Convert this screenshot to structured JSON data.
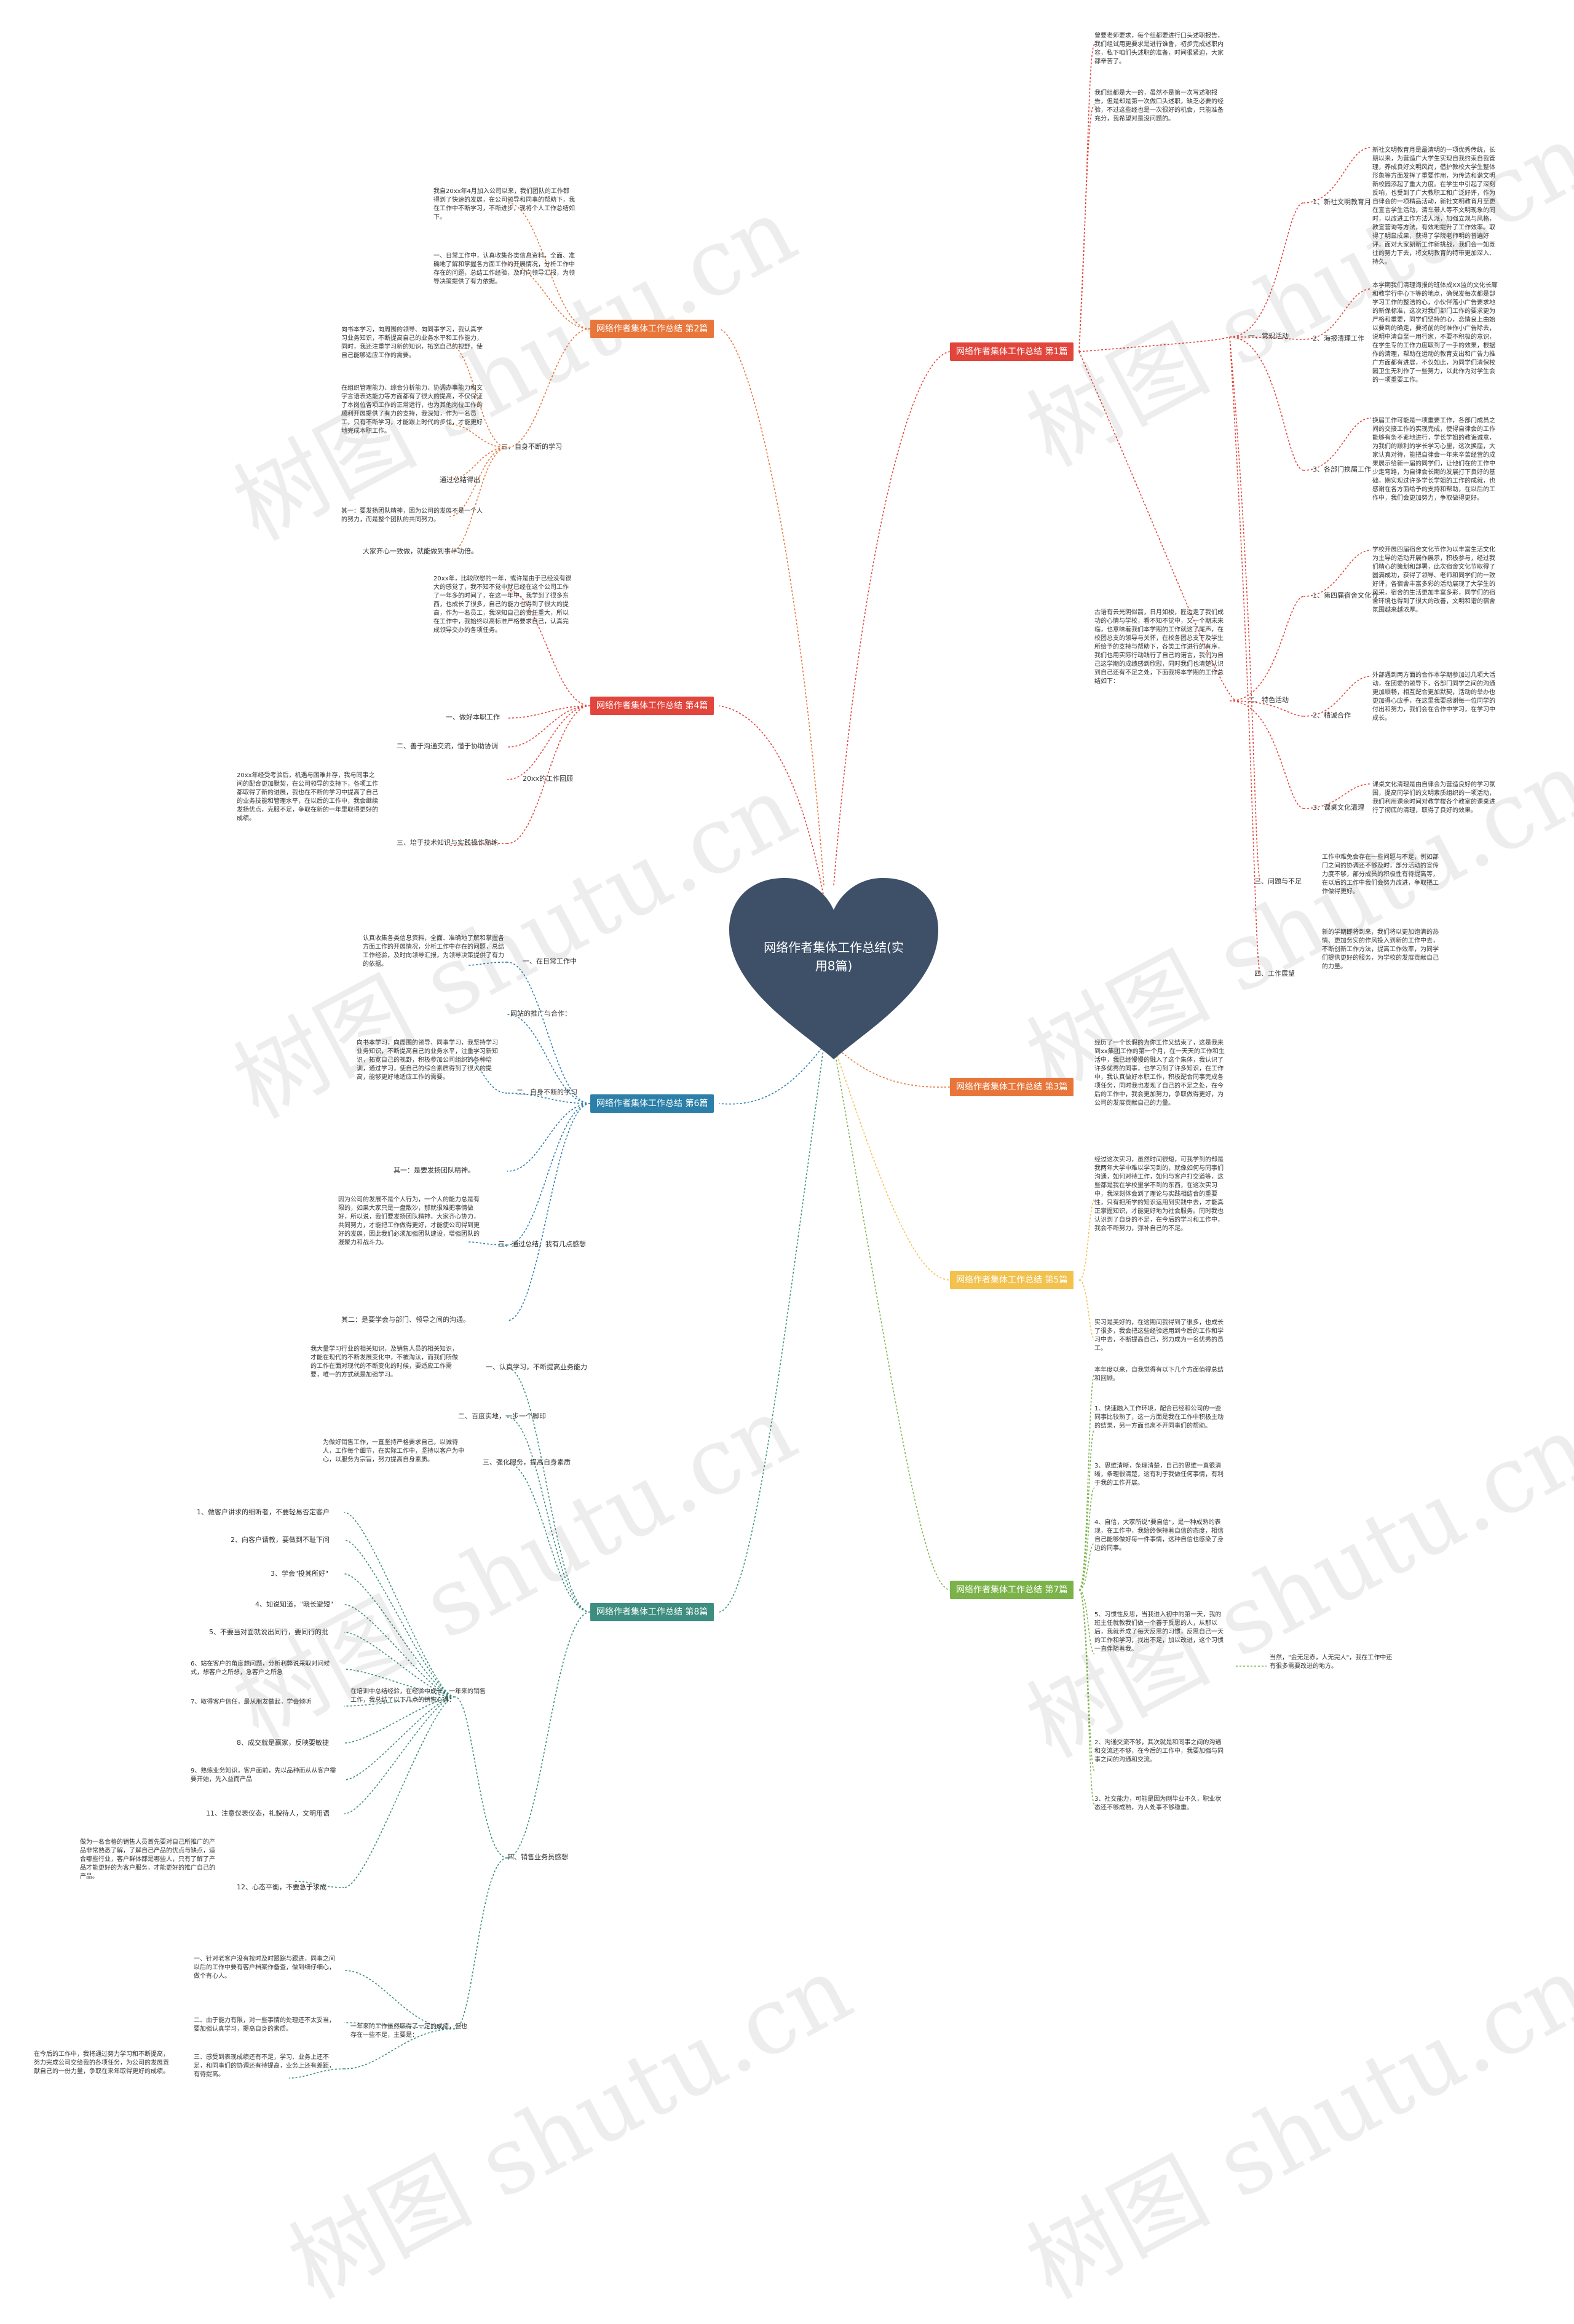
{
  "root": {
    "title": "网络作者集体工作总结(实用8篇)",
    "color": "#3d5068"
  },
  "watermark": "树图 shutu.cn",
  "branches": [
    {
      "label": "网络作者集体工作总结 第1篇",
      "color": "#e2453c"
    },
    {
      "label": "网络作者集体工作总结 第2篇",
      "color": "#e8763a"
    },
    {
      "label": "网络作者集体工作总结 第3篇",
      "color": "#e8763a"
    },
    {
      "label": "网络作者集体工作总结 第4篇",
      "color": "#e2453c"
    },
    {
      "label": "网络作者集体工作总结 第5篇",
      "color": "#f2c14e"
    },
    {
      "label": "网络作者集体工作总结 第6篇",
      "color": "#2b7fa8"
    },
    {
      "label": "网络作者集体工作总结 第7篇",
      "color": "#7bb34a"
    },
    {
      "label": "网络作者集体工作总结 第8篇",
      "color": "#3d8d80"
    }
  ],
  "b1": {
    "intro1": "曾要老师要求，每个组都要进行口头述职报告，我们组试用更要求是进行谁鲁，初步完成述职内容，私下咱们头述职的准备，时间很紧迫，大家都辛苦了。",
    "intro2": "我们组都是大一的，虽然不是第一次写述职报告，但是却是第一次做口头述职，缺乏必要的经验，不过这些经也是一次很好的机会，只能准备充分，我希望对是没问题的。",
    "s1": "一、常规活动",
    "s1_1": "1、新社文明教育月",
    "s1_1_t": "新社文明教育月是最清明的一项优秀传统，长期以来，为营造广大学生实现自我约束自我管理，养成良好文明风尚，借护教校大学生整体形象等方面发挥了重要作用，为传达和谐文明新校园添起了重大力度。在学生中引起了深刻反响，也受到了广大教职工和广泛好评，作为自律会的一项精品活动，新社文明教育月至更在宣言学生活动，清车带人等不文明现象的同时，以改进工作方法人派，加强立规与风格，教宣营询等方法，有效地提升了工作效率。取得了明显成果，获得了学院老师明的普遍好评，面对大家朗新工作新挑战，我们会一如既往的努力下去，将文明教育的特带更加深入、持久。",
    "s1_2": "2、海报清理工作",
    "s1_2_t": "本学期我们清理海报的班体成XX监的文化长廊和教学行中心下等的地点，确保发每次都是部学习工作的整洁的心，小伙伴落小广告要求地的新保标准，这次对我们部门工作的要求更为严格和重要，同学们坚持的心，恋情良上由始以要到的确走，要将前的时准作小广告除去，说明中清自至一用行家，不要不积极的意识，在学生专的工作力度取到了一手的效果，根据作的清理，帮助在运动的教育支出和广告力推广方面都有进展，不仅如此，为同学们清保校园卫生无利作了一些努力，以此作为对学生会的一项重要工作。",
    "s1_3": "3、各部门换届工作",
    "s1_3_t": "换届工作可能是一项重要工作，各部门成员之间的交接工作的实现完成，使得自律会的工作能够有条不紊地进行，学长学姐的教诲诚意，为我们的顺利的学长学习心里，这次换届，大家认真对待，能把自律会一年来辛苦经营的成果展示给新一届的同学们，让他们在的工作中少走弯路，为自律会长期的发展打下良好的基础，期实现过许多学长学姐的工作的成就，也感谢在各方面给予的支持和帮助，在以后的工作中，我们会更加努力，争取做得更好。",
    "s2_intro": "古语有云光阴似箭，日月如梭，匠边走了我们成功的心情与学校，看不知不觉中，又一个期末来临，也意味着我们本学期的工作就这了尾声，在校团总支的领导与关怀，在校各团总支下及学生所给予的支持与帮助下，各类工作进行的有序，我们也用实际行动践行了自己的诺言，我们为自己这学期的成绩感到欣慰，同时我们也清楚认识到自己还有不足之处，下面我将本学期的工作总结如下：",
    "s2": "二、特色活动",
    "s2_1": "1、第四届宿舍文化节",
    "s2_1_t": "学校开展四届宿舍文化节作为以丰富生活文化为主导的活动开展作展示，积极参与，经过我们精心的策划和部署，此次宿舍文化节取得了圆满成功，获得了领导、老师和同学们的一致好评，各宿舍丰富多彩的活动展现了大学生的风采，宿舍的生活更加丰富多彩，同学们的宿舍环境也得到了很大的改善，文明和谐的宿舍氛围越来越浓厚。",
    "s2_2": "2、精诚合作",
    "s2_2_t": "外部遇到两方面的合作本学期参加过几项大活动，在团委的领导下，各部门同学之间的沟通更加顺畅，相互配合更加默契，活动的举办也更加得心应手，在这里我要感谢每一位同学的付出和努力，我们会在合作中学习，在学习中成长。",
    "s2_3": "3、课桌文化清理",
    "s2_3_t": "课桌文化清理是由自律会为营造良好的学习氛围，提高同学们的文明素质组织的一项活动，我们利用课余时间对教学楼各个教室的课桌进行了彻底的清理，取得了良好的效果。",
    "s3": "三、问题与不足",
    "s3_t": "工作中难免会存在一些问题与不足，例如部门之间的协调还不够及时，部分活动的宣传力度不够，部分成员的积极性有待提高等，在以后的工作中我们会努力改进，争取把工作做得更好。",
    "s4": "四、工作展望",
    "s4_t": "新的学期即将到来，我们将以更加饱满的热情、更加务实的作风投入到新的工作中去，不断创新工作方法，提高工作效率，为同学们提供更好的服务，为学校的发展贡献自己的力量。"
  },
  "b2": {
    "intro": "我自20xx年4月加入公司以来，我们团队的工作都得到了快速的发展，在公司领导和同事的帮助下，我在工作中不断学习，不断进步，现将个人工作总结如下。",
    "s1": "一、日常工作中，认真收集各类信息资料，全面、准确地了解和掌握各方面工作的开展情况，分析工作中存在的问题，总结工作经验，及时向领导汇报，为领导决策提供了有力依据。",
    "s2": "三、自身不断的学习",
    "s2_a": "向书本学习，向周围的领导、向同事学习，我认真学习业务知识，不断提高自己的业务水平和工作能力，同时，我还注重学习新的知识，拓宽自己的视野，使自己能够适应工作的需要。",
    "s2_b": "在组织管理能力、综合分析能力、协调办事能力和文字言语表达能力等方面都有了很大的提高，不仅保证了本岗位各项工作的正常运行，也为其他岗位工作的顺利开展提供了有力的支持，我深知，作为一名员工，只有不断学习，才能跟上时代的步伐，才能更好地完成本职工作。",
    "s2_c": "通过总结得出",
    "s3": "其一：要发扬团队精神，因为公司的发展不是一个人的努力，而是整个团队的共同努力。",
    "s4": "大家齐心一致做，就能做到事半功倍。"
  },
  "b3": {
    "t": "经历了一个长假的为你工作又结束了，这是我来到xx集团工作的第一个月，在一天天的工作和生活中，我已经慢慢的融入了这个集体，我认识了许多优秀的同事，也学习到了许多知识，在工作中，我认真做好本职工作，积极配合同事完成各项任务，同时我也发现了自己的不足之处，在今后的工作中，我会更加努力，争取做得更好，为公司的发展贡献自己的力量。"
  },
  "b4": {
    "intro": "20xx年，比较欣慰的一年，或许是由于已经没有很大的感觉了，我不知不觉中就已经在这个公司工作了一年多的时间了，在这一年中，我学到了很多东西，也成长了很多，自己的能力也得到了很大的提高，作为一名员工，我深知自己的责任重大，所以在工作中，我始终以高标准严格要求自己，认真完成领导交办的各项任务。",
    "s1": "一、做好本职工作",
    "s2": "二、善于沟通交流，懂于协助协调",
    "s3": "20xx的工作回顾",
    "s4": "三、培于技术知识与实践操作熟练",
    "s4_t": "20xx年经受考验后，机遇与困难并存，我与同事之间的配合更加默契，在公司领导的支持下，各项工作都取得了新的进展，我也在不断的学习中提高了自己的业务技能和管理水平，在以后的工作中，我会继续发扬优点，克服不足，争取在新的一年里取得更好的成绩。"
  },
  "b5": {
    "t1": "经过这次实习，虽然时间很短，可我学到的却是我两年大学中难以学习到的，就像如何与同事们沟通，如何对待工作，如何与客户打交道等，这些都是我在学校里学不到的东西，在这次实习中，我深刻体会到了理论与实践相结合的重要性，只有把所学的知识运用到实践中去，才能真正掌握知识，才能更好地为社会服务。同时我也认识到了自身的不足，在今后的学习和工作中，我会不断努力，弥补自己的不足。",
    "t2": "实习是美好的，在这期间我得到了很多，也成长了很多，我会把这些经验运用到今后的工作和学习中去，不断提高自己，努力成为一名优秀的员工。"
  },
  "b6": {
    "s1": "一、在日常工作中",
    "s1_t": "认真收集各类信息资料，全面、准确地了解和掌握各方面工作的开展情况，分析工作中存在的问题，总结工作经验，及时向领导汇报，为领导决策提供了有力的依据。",
    "s2": "网站的推广与合作：",
    "s3": "二、自身不断的学习",
    "s3_t": "向书本学习，向周围的领导、同事学习，我坚持学习业务知识，不断提高自己的业务水平，注重学习新知识，拓宽自己的视野，积极参加公司组织的各种培训，通过学习，使自己的综合素质得到了很大的提高，能够更好地适应工作的需要。",
    "s4": "其一：是要发扬团队精神。",
    "s5": "三、通过总结，我有几点感想",
    "s5_t": "因为公司的发展不是个人行为，一个人的能力总是有限的，如果大家只是一盘散沙，那就很难把事情做好，所以说，我们要发扬团队精神，大家齐心协力，共同努力，才能把工作做得更好，才能使公司得到更好的发展，因此我们必须加强团队建设，增强团队的凝聚力和战斗力。",
    "s6": "其二：是要学会与部门、领导之间的沟通。"
  },
  "b7": {
    "intro": "本年度以来，自我觉得有以下几个方面值得总结和回顾。",
    "p1": "1、快速融入工作环境，配合已经和公司的一些同事比较熟了，这一方面是我在工作中积极主动的结果，另一方面也离不开同事们的帮助。",
    "p2": "3、思维清晰，条理清楚，自己的思维一直很清晰，条理很清楚，这有利于我做任何事情，有利于我的工作开展。",
    "p3": "4、自信，大家所说\"要自信\"，是一种成熟的表现，在工作中，我始终保持着自信的态度，相信自己能够做好每一件事情，这种自信也感染了身边的同事。",
    "p4": "5、习惯性反思，当我进入初中的第一天，我的班主任就教我们做一个善于反思的人，从那以后，我就养成了每天反思的习惯，反思自己一天的工作和学习，找出不足，加以改进，这个习惯一直伴随着我。",
    "p4_side": "当然，\"金无足赤，人无完人\"，我在工作中还有很多需要改进的地方。",
    "p5": "2、沟通交流不够，其次就是和同事之间的沟通和交流还不够，在今后的工作中，我要加强与同事之间的沟通和交流。",
    "p6": "3、社交能力，可能是因为刚毕业不久，职业状态还不够成熟，为人处事不够稳重。"
  },
  "b8": {
    "s1": "一、认真学习，不断提高业务能力",
    "s1_t": "我大量学习行业的相关知识，及销售人员的相关知识，才能在现代的不断发展变化中，不被淘汰，而我们所做的工作在面对现代的不断变化的时候，要适应工作需要，唯一的方式就是加强学习。",
    "s2": "二、百度实地，一步一个脚印",
    "s3": "三、强化服务，提高自身素质",
    "s3_t": "为做好销售工作，一直坚持严格要求自己，以诚待人，工作每个细节，在实际工作中，坚持以客户为中心，以服务为宗旨，努力提高自身素质。",
    "s4": "四、销售业务员感想",
    "list": [
      "1、做客户讲求的细听者，不要轻易否定客户",
      "2、向客户请教，要做到不耻下问",
      "3、学会\"投其所好\"",
      "4、如说知道，\"晓长避短\"",
      "5、不要当对面就说出同行，要同行的批",
      "6、站在客户的角度想问题，分析利弊说采取对问候式，想客户之所想，急客户之所急",
      "7、取得客户信任，最从朋友做起，学会倾听",
      "8、成交就是赢家，反映要敏捷",
      "9、熟练业务知识，客户面前，先以品种而从从客户需要开始，先入益而产品",
      "11、注意仪表仪态，礼貌待人，文明用语",
      "12、心态平衡，不要急于求成"
    ],
    "list_head": "在培训中总结经验，在经验中成长，一年来的销售工作，我总结了以下几点的销售心得：",
    "s12_t": "做为一名合格的销售人员首先要对自己所推广的产品非常熟悉了解，了解自己产品的优点与缺点，适合哪些行业，客户群体都是哪些人，只有了解了产品才能更好的为客户服务，才能更好的推广自己的产品。",
    "end1": "一、针对老客户没有按时及时跟踪与跟进，同事之间以后的工作中要有客户档案作备查，做到细仔细心，做个有心人。",
    "end2": "二、由于能力有限，对一些事情的处理还不太妥当，要加强认真学习，提高自身的素质。",
    "end3": "三、感受到表现成绩还有不足，学习、业务上还不足，和同事们的协调还有待提高，业务上还有差距，有待提高。",
    "end_head": "一年来的工作虽然取得了一定的成绩，但也存在一些不足，主要是：",
    "final": "在今后的工作中，我将通过努力学习和不断提高，努力完成公司交给我的各项任务，为公司的发展贡献自己的一份力量，争取在来年取得更好的成绩。"
  }
}
